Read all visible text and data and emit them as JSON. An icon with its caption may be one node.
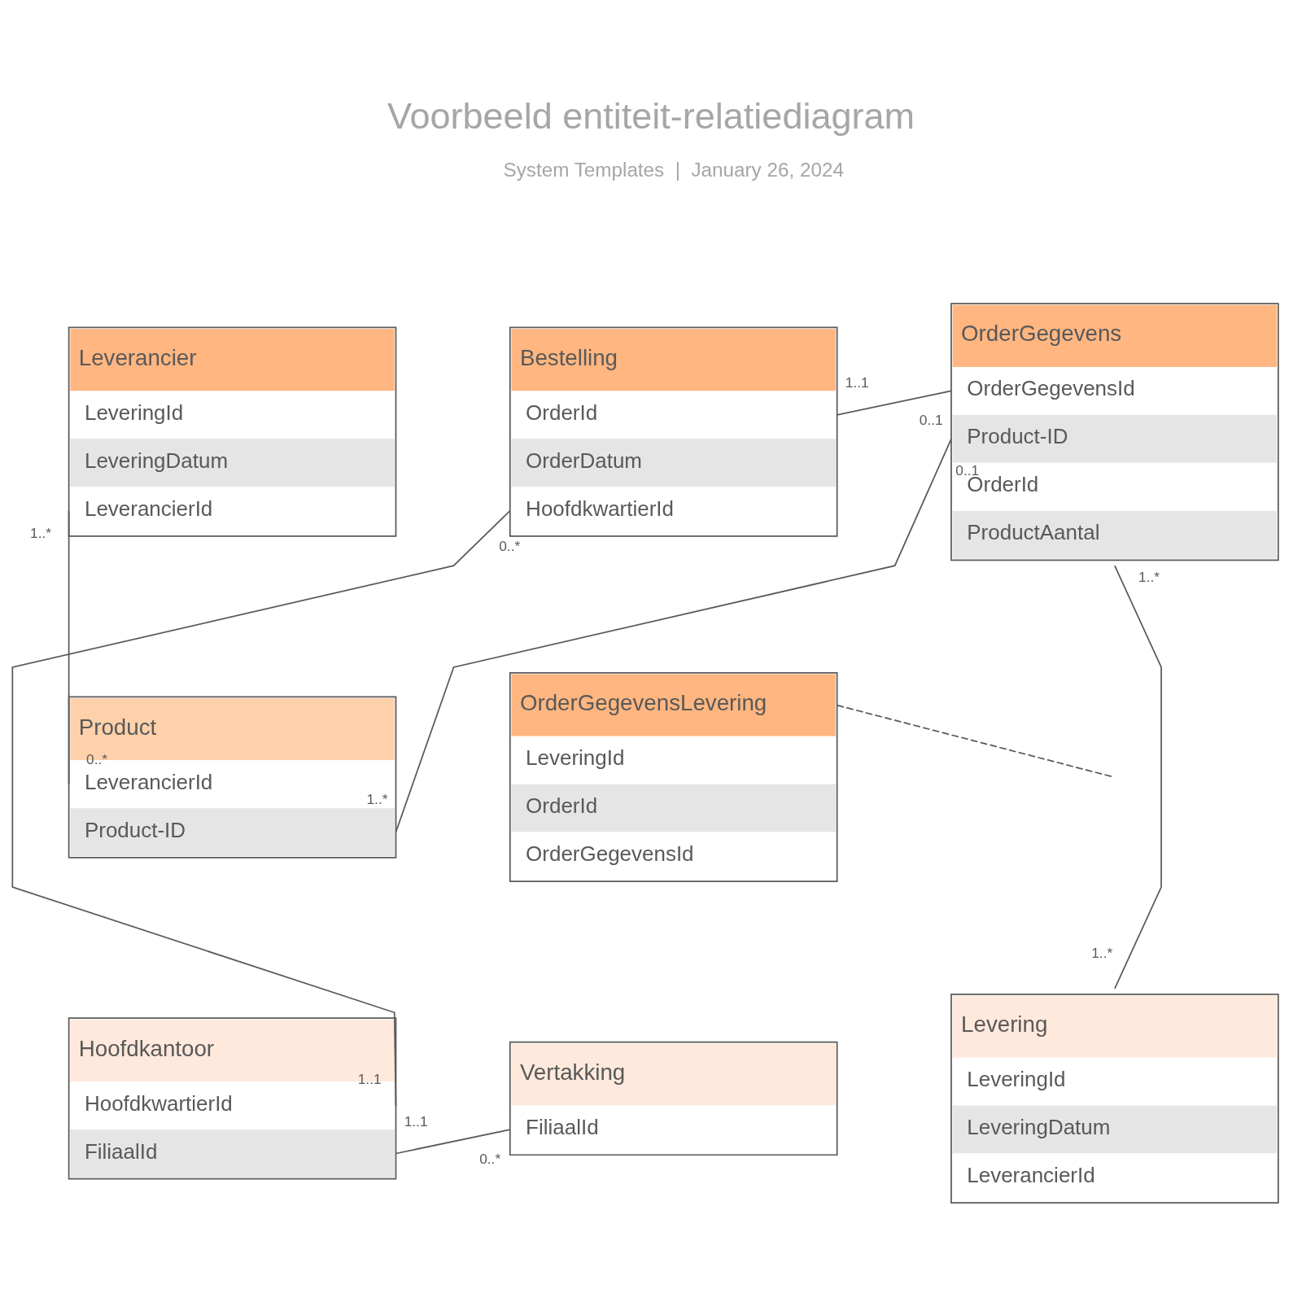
{
  "diagram": {
    "title": "Voorbeeld entiteit-relatiediagram",
    "nodes": [
      {
        "text": [
          "Leverancier",
          "LeveringId",
          "LeveringDatum",
          "LeverancierId"
        ]
      },
      {
        "text": [
          "Bestelling",
          "OrderId",
          "OrderDatum",
          "HoofdkwartierId"
        ]
      },
      {
        "text": [
          "OrderGegevens",
          "OrderGegevensId",
          "Product-ID",
          "OrderId",
          "ProductAantal"
        ]
      },
      {
        "text": [
          "Product",
          "LeverancierId",
          "Product-ID"
        ]
      },
      {
        "text": [
          "OrderGegevensLevering",
          "LeveringId",
          "OrderId",
          "OrderGegevensId"
        ]
      },
      {
        "text": [
          "Hoofdkantoor",
          "HoofdkwartierId",
          "FiliaalId"
        ]
      },
      {
        "text": [
          "Vertakking",
          "FiliaalId"
        ]
      },
      {
        "text": [
          "Levering",
          "LeveringId",
          "LeveringDatum",
          "LeverancierId"
        ]
      }
    ],
    "edges": [
      {
        "from": 0,
        "to": 3,
        "arrow": "none"
      },
      {
        "from": 1,
        "to": 2,
        "arrow": "none"
      },
      {
        "from": 2,
        "to": 3,
        "arrow": "none"
      },
      {
        "from": 1,
        "to": 5,
        "arrow": "none"
      },
      {
        "from": 5,
        "to": 6,
        "arrow": "none"
      },
      {
        "from": 2,
        "to": 7,
        "arrow": "none"
      },
      {
        "from": 4,
        "to": null,
        "arrow": "none",
        "style": "dashed"
      }
    ],
    "labels": [
      "System Templates  |  January 26, 2024",
      "1..1",
      "0..1",
      "0..1",
      "0..*",
      "1..*",
      "1..*",
      "0..*",
      "1..*",
      "1..*",
      "1..1",
      "0..*",
      "1..1"
    ]
  }
}
